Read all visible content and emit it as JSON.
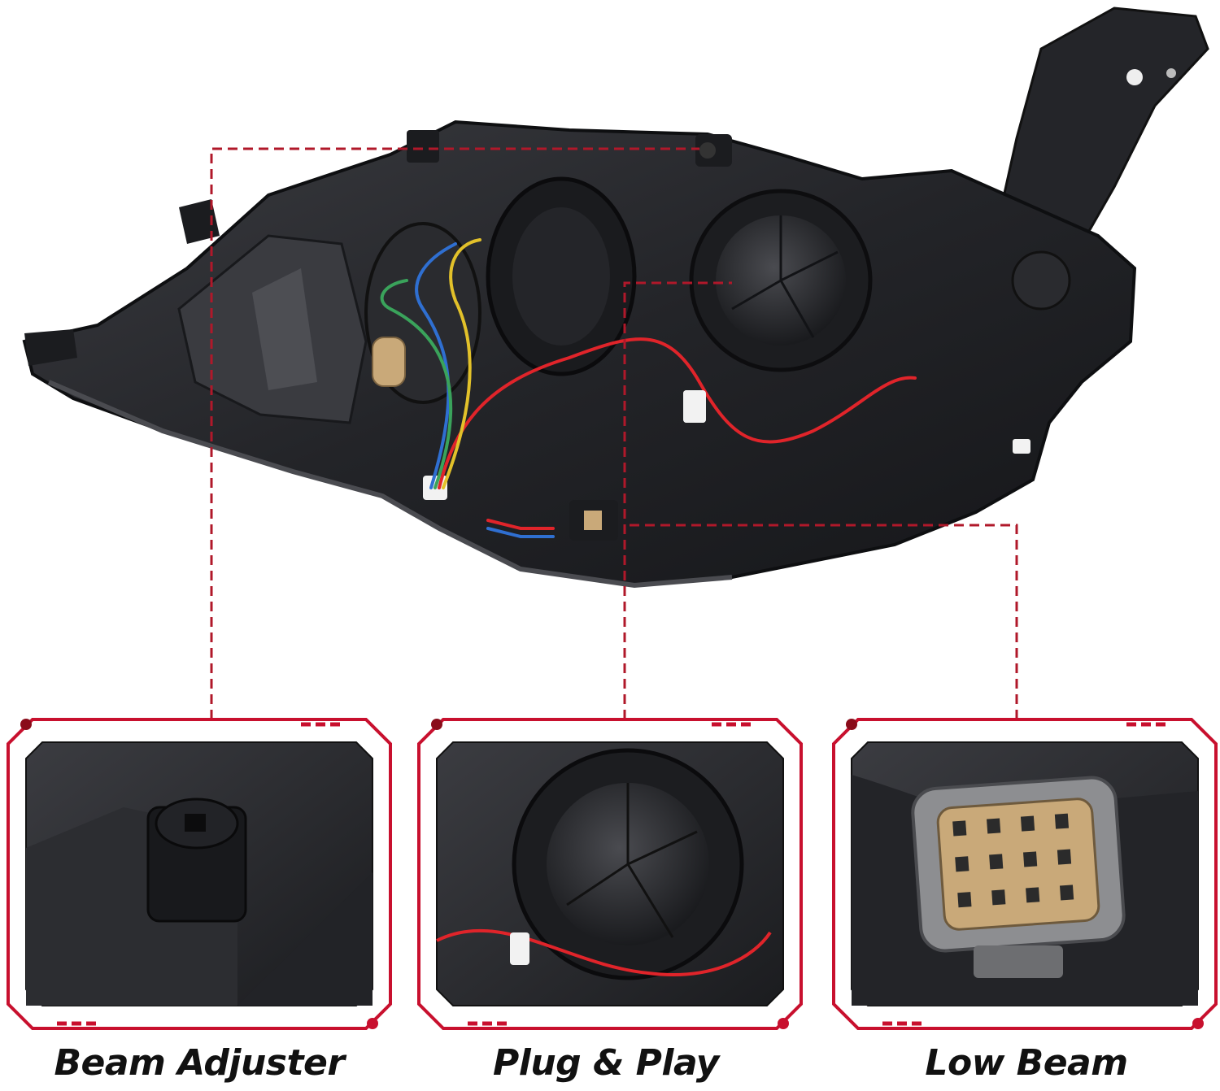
{
  "colors": {
    "accent_red": "#c8102e",
    "frame_dark_red": "#8a0c1a",
    "housing_black": "#1e1f22",
    "housing_dark": "#2c2d31",
    "connector_tan": "#c9a979",
    "wire_red": "#e0242a",
    "wire_blue": "#2f6fd1",
    "wire_yellow": "#e2c12a",
    "wire_green": "#3aa35b"
  },
  "callouts": [
    {
      "label": "Beam Adjuster",
      "icon": "beam-adjuster-detail"
    },
    {
      "label": "Plug & Play",
      "icon": "sealing-cap-wiring-detail"
    },
    {
      "label": "Low Beam",
      "icon": "connector-plug-detail"
    }
  ]
}
